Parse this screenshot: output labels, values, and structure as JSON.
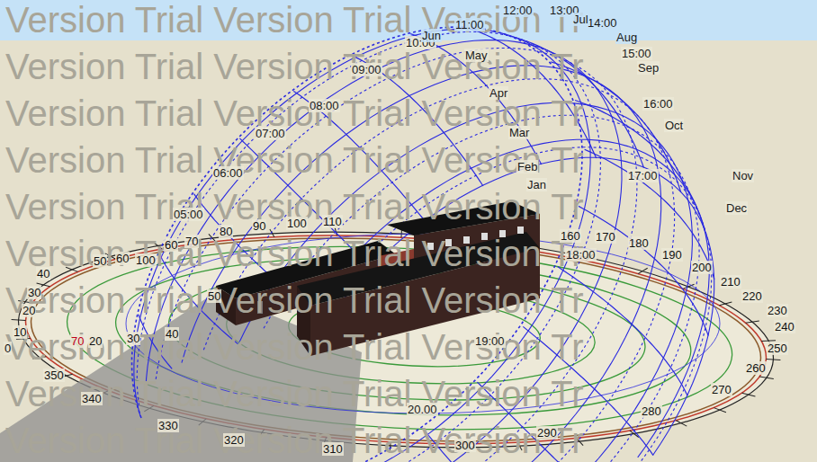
{
  "diagram": {
    "labels": [
      "Version Trial Version Trial Version Tr",
      "Version Trial Version Trial Version Tr",
      "Version Trial Version Trial Version Tr",
      "Version Trial Version Trial Version Tr",
      "Version Trial Version Trial Version Tr",
      "Version Trial Version Trial Version Tr",
      "Version Trial Version Trial Version Tr",
      "Version Trial Version Trial Version Tr",
      "Version Trial Version Trial Version Tr",
      "Version Trial Version Trial Version Tr",
      "05:00",
      "06:00",
      "07:00",
      "08:00",
      "09:00",
      "10:00",
      "11:00",
      "12:00",
      "13:00",
      "14:00",
      "15:00",
      "16:00",
      "17:00",
      "18:00",
      "19:00",
      "20.00",
      "Jun",
      "May",
      "Apr",
      "Mar",
      "Feb",
      "Jan",
      "Jul",
      "Aug",
      "Sep",
      "Oct",
      "Nov",
      "Dec",
      "0",
      "10",
      "20",
      "30",
      "40",
      "50",
      "60",
      "100",
      "60",
      "70",
      "80",
      "90",
      "100",
      "110",
      "160",
      "170",
      "180",
      "190",
      "200",
      "210",
      "220",
      "230",
      "240",
      "250",
      "260",
      "270",
      "280",
      "290",
      "300",
      "310",
      "320",
      "330",
      "340",
      "350",
      "70",
      "20",
      "30",
      "40",
      "50"
    ]
  }
}
